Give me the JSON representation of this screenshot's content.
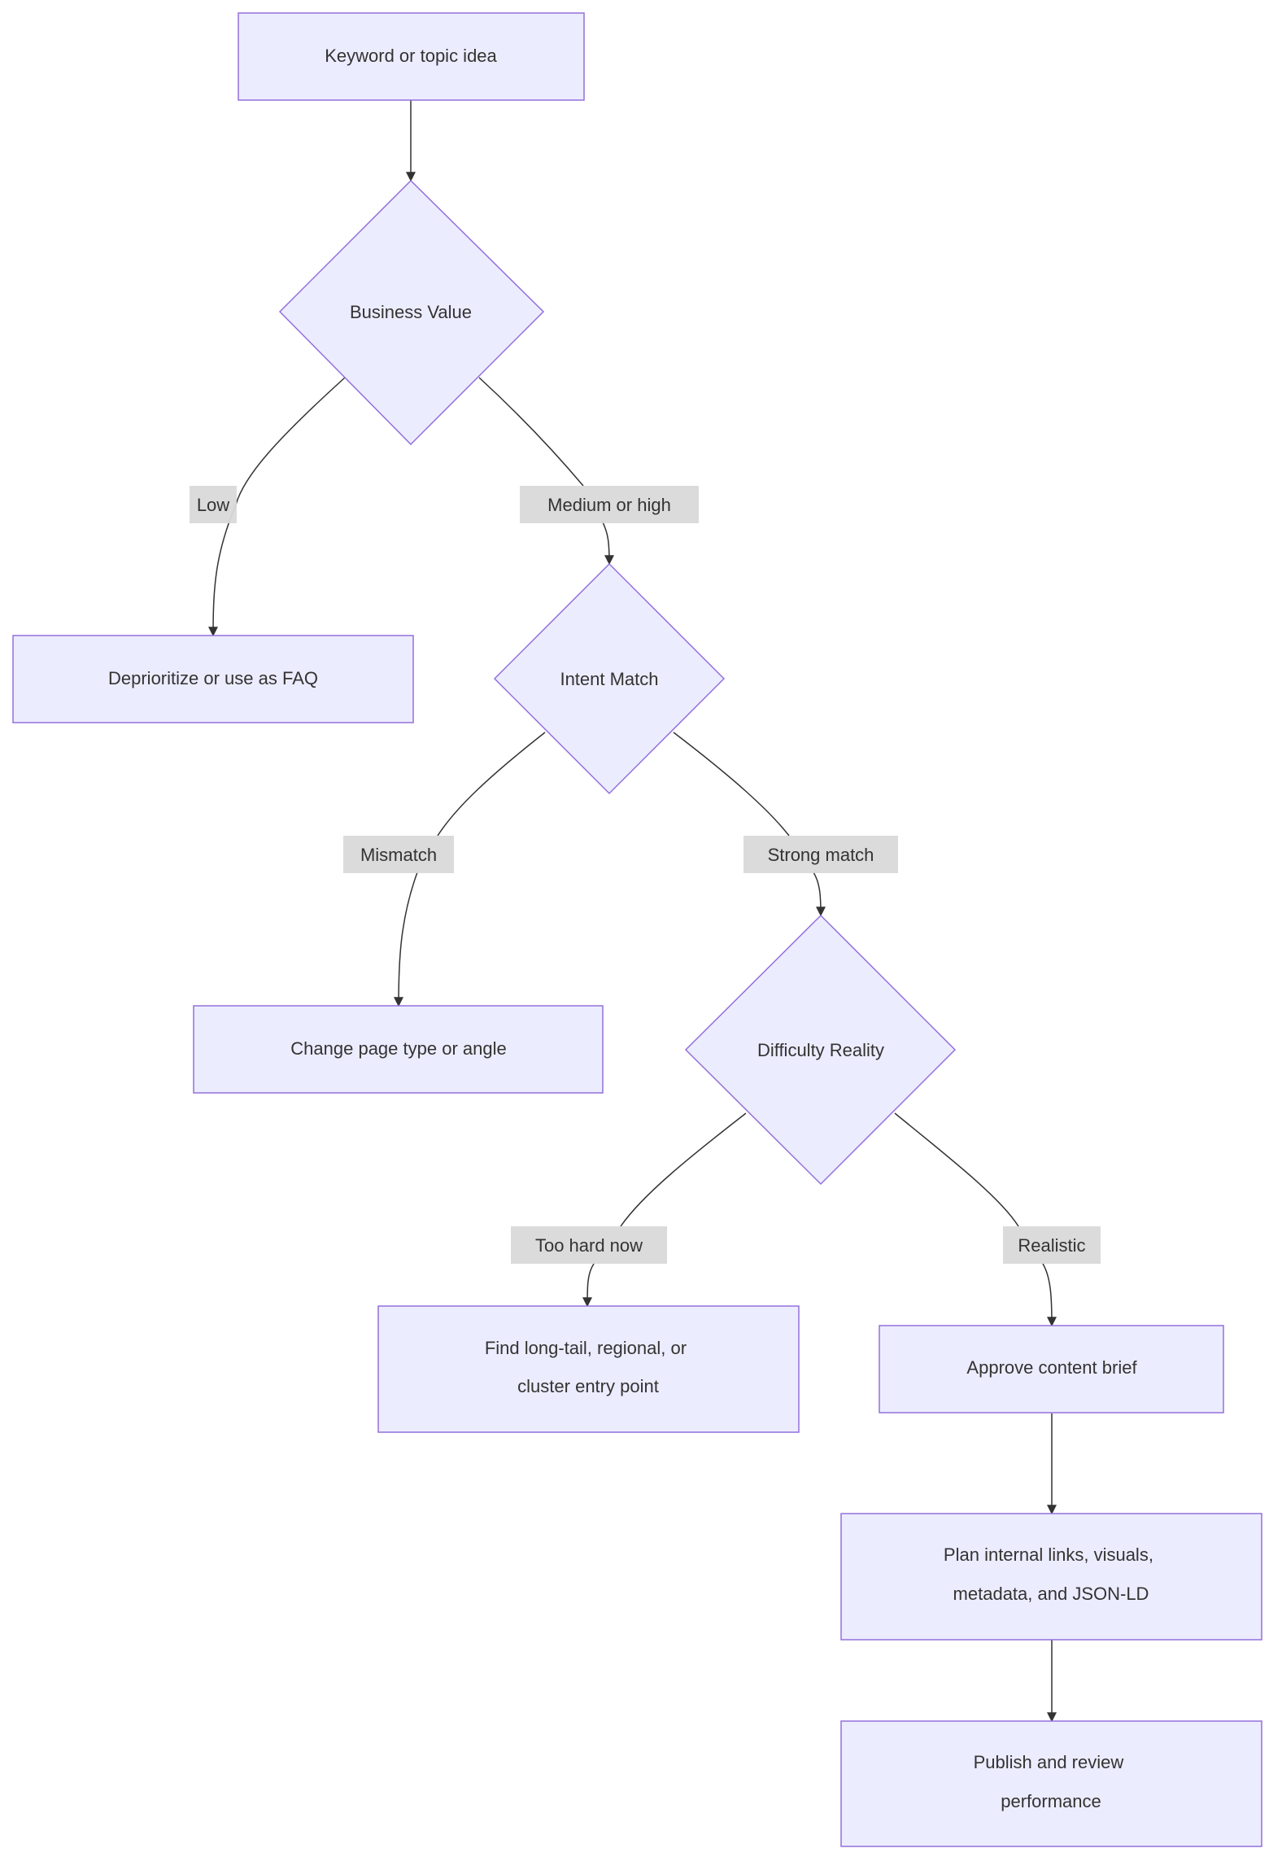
{
  "diagram": {
    "nodes": {
      "keyword": {
        "lines": [
          "Keyword or topic idea"
        ]
      },
      "business_value": {
        "lines": [
          "Business Value"
        ]
      },
      "deprioritize": {
        "lines": [
          "Deprioritize or use as FAQ"
        ]
      },
      "intent_match": {
        "lines": [
          "Intent Match"
        ]
      },
      "change_page": {
        "lines": [
          "Change page type or angle"
        ]
      },
      "difficulty": {
        "lines": [
          "Difficulty Reality"
        ]
      },
      "find_longtail": {
        "lines": [
          "Find long-tail, regional, or",
          "cluster entry point"
        ]
      },
      "approve_brief": {
        "lines": [
          "Approve content brief"
        ]
      },
      "plan_links": {
        "lines": [
          "Plan internal links, visuals,",
          "metadata, and JSON-LD"
        ]
      },
      "publish": {
        "lines": [
          "Publish and review",
          "performance"
        ]
      }
    },
    "edge_labels": {
      "low": "Low",
      "medium_high": "Medium or high",
      "mismatch": "Mismatch",
      "strong_match": "Strong match",
      "too_hard": "Too hard now",
      "realistic": "Realistic"
    },
    "colors": {
      "node_fill": "#ECECFF",
      "node_stroke": "#9370DB",
      "edge": "#333333",
      "label_bg": "#D9D9D9",
      "text": "#333333"
    }
  }
}
